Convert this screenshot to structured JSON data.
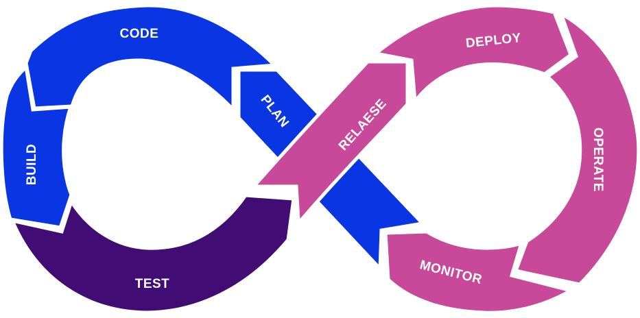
{
  "stages": {
    "code": "CODE",
    "build": "BUILD",
    "test": "TEST",
    "plan": "PLAN",
    "release": "RELAESE",
    "deploy": "DEPLOY",
    "operate": "OPERATE",
    "monitor": "MONITOR"
  },
  "colors": {
    "dev_blue": "#0a35e2",
    "test_purple": "#410d75",
    "ops_pink": "#c8489a",
    "divider": "#ffffff"
  }
}
